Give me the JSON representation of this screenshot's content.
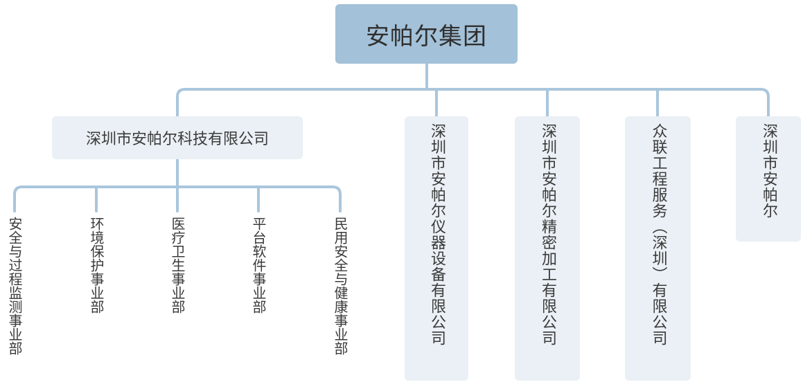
{
  "root": {
    "label": "安帕尔集团"
  },
  "tech_company": {
    "label": "深圳市安帕尔科技有限公司"
  },
  "departments": [
    {
      "label": "安全与过程监测事业部"
    },
    {
      "label": "环境保护事业部"
    },
    {
      "label": "医疗卫生事业部"
    },
    {
      "label": "平台软件事业部"
    },
    {
      "label": "民用安全与健康事业部"
    }
  ],
  "companies": [
    {
      "label": "深圳市安帕尔仪器设备有限公司"
    },
    {
      "label": "深圳市安帕尔精密加工有限公司"
    },
    {
      "label": "众联工程服务（深圳）有限公司"
    },
    {
      "label": "深圳市安帕尔"
    }
  ],
  "colors": {
    "connector": "#a9c6dc",
    "root_fill": "#a3c1d8",
    "node_fill": "#eaf0f5"
  }
}
